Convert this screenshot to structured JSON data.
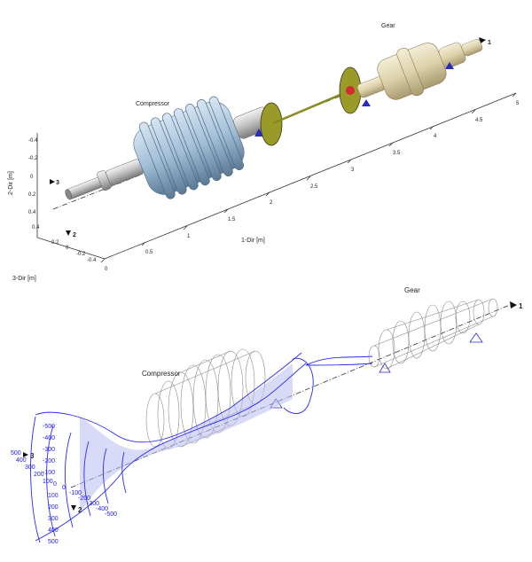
{
  "top_view": {
    "label_gear": "Gear",
    "label_compressor": "Compressor",
    "axis_1_label": "1-Dir [m]",
    "axis_2_label": "2-Dir [m]",
    "axis_3_label": "3-Dir [m]",
    "marker_1": "1",
    "marker_2": "2",
    "marker_3": "3",
    "ticks_1": [
      "0",
      "0.5",
      "1",
      "1.5",
      "2",
      "2.5",
      "3",
      "3.5",
      "4",
      "4.5",
      "5"
    ],
    "ticks_2": [
      "-0.4",
      "-0.2",
      "0",
      "0.2",
      "0.4"
    ],
    "ticks_3": [
      "0.4",
      "0.2",
      "0",
      "-0.2",
      "-0.4"
    ]
  },
  "bottom_view": {
    "label_gear": "Gear",
    "label_compressor": "Compressor",
    "marker_1": "1",
    "marker_2": "2",
    "marker_3": "3",
    "ticks_left": [
      "-500",
      "-400",
      "-300",
      "-200",
      "-100",
      "0",
      "100",
      "200",
      "300",
      "400",
      "500"
    ],
    "ticks_side": [
      "500",
      "400",
      "300",
      "200",
      "100",
      "0",
      "-100",
      "-200",
      "-300",
      "-400",
      "-500"
    ]
  },
  "colors": {
    "shaft": "#c8c8c8",
    "compressor": "#a8c4dc",
    "disc": "#9a9a28",
    "gear": "#e2d8b4",
    "support": "#2b2bbf",
    "mode_line": "#2a2aff",
    "mode_fill": "#b8bcf0",
    "wire": "#8c8c8c"
  }
}
